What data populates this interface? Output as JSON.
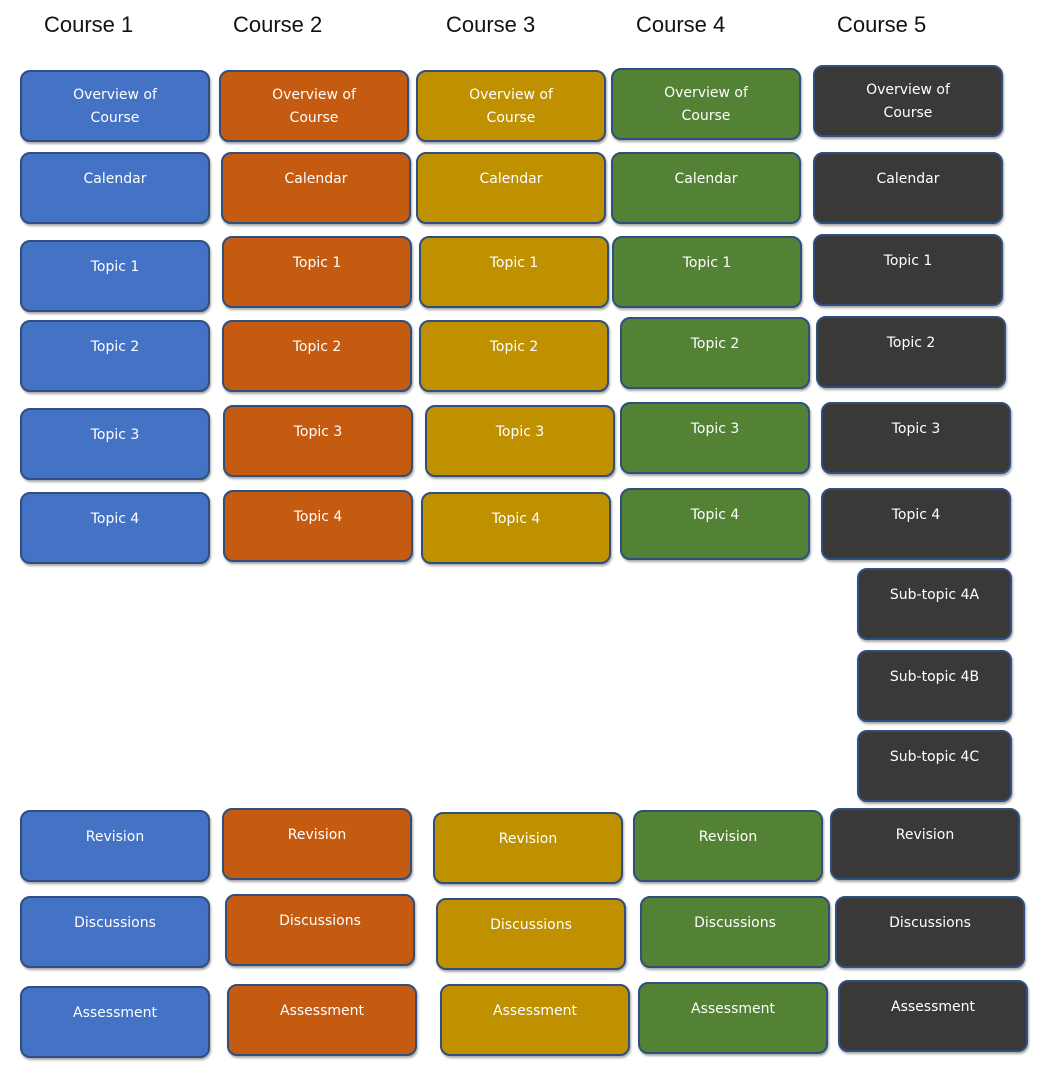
{
  "courses": [
    {
      "title": "Course 1",
      "color": "#4472c4",
      "items": [
        "Overview of Course",
        "Calendar",
        "Topic 1",
        "Topic 2",
        "Topic 3",
        "Topic 4",
        "Revision",
        "Discussions",
        "Assessment"
      ]
    },
    {
      "title": "Course 2",
      "color": "#c55a11",
      "items": [
        "Overview of Course",
        "Calendar",
        "Topic 1",
        "Topic 2",
        "Topic 3",
        "Topic 4",
        "Revision",
        "Discussions",
        "Assessment"
      ]
    },
    {
      "title": "Course 3",
      "color": "#bf9000",
      "items": [
        "Overview of Course",
        "Calendar",
        "Topic 1",
        "Topic 2",
        "Topic 3",
        "Topic 4",
        "Revision",
        "Discussions",
        "Assessment"
      ]
    },
    {
      "title": "Course 4",
      "color": "#548235",
      "items": [
        "Overview of Course",
        "Calendar",
        "Topic 1",
        "Topic 2",
        "Topic 3",
        "Topic 4",
        "Revision",
        "Discussions",
        "Assessment"
      ]
    },
    {
      "title": "Course 5",
      "color": "#3b3838",
      "items": [
        "Overview of Course",
        "Calendar",
        "Topic 1",
        "Topic 2",
        "Topic 3",
        "Topic 4",
        "Sub-topic 4A",
        "Sub-topic 4B",
        "Sub-topic 4C",
        "Revision",
        "Discussions",
        "Assessment"
      ]
    }
  ]
}
